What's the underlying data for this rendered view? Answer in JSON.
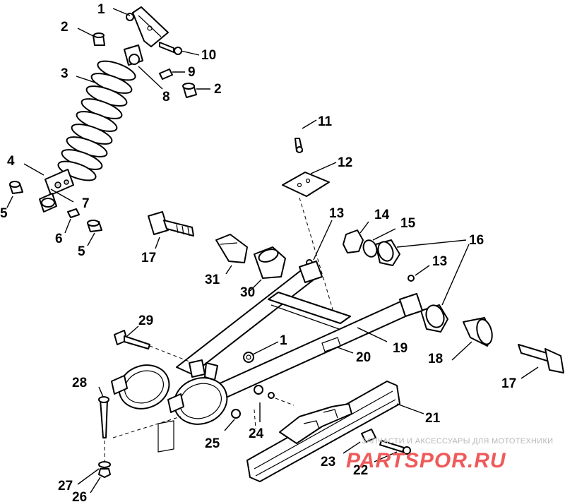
{
  "callouts": {
    "c1a": "1",
    "c2a": "2",
    "c10": "10",
    "c3": "3",
    "c9": "9",
    "c2b": "2",
    "c8": "8",
    "c11": "11",
    "c4": "4",
    "c12": "12",
    "c7": "7",
    "c5a": "5",
    "c6": "6",
    "c5b": "5",
    "c17a": "17",
    "c13a": "13",
    "c14": "14",
    "c15": "15",
    "c16": "16",
    "c31": "31",
    "c30": "30",
    "c13b": "13",
    "c29": "29",
    "c1b": "1",
    "c19": "19",
    "c20": "20",
    "c18": "18",
    "c17b": "17",
    "c28": "28",
    "c21": "21",
    "c24": "24",
    "c25": "25",
    "c23": "23",
    "c22": "22",
    "c27": "27",
    "c26": "26"
  },
  "watermark": {
    "tagline": "ЗАПЧАСТИ И АКСЕССУАРЫ ДЛЯ МОТОТЕХНИКИ",
    "logo": "PARTSPOR.RU",
    "color": "#ef5a5a"
  }
}
